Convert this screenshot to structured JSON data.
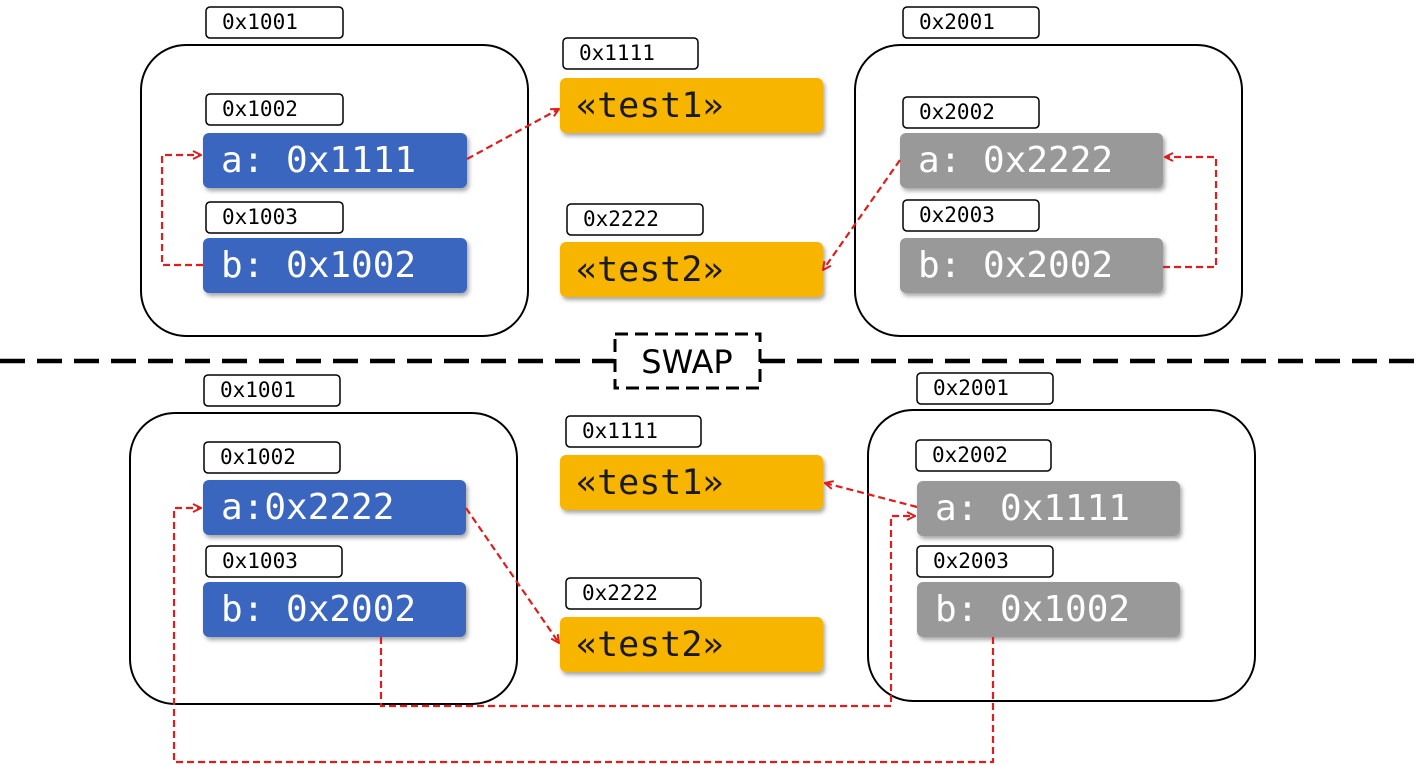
{
  "divider_label": "SWAP",
  "colors": {
    "blue": "#3a66c0",
    "gray": "#999999",
    "yellow": "#f7b500",
    "arrow": "#dd1e1e"
  },
  "before": {
    "left_object": {
      "address": "0x1001",
      "fields": [
        {
          "address": "0x1002",
          "text": "a: 0x1111"
        },
        {
          "address": "0x1003",
          "text": "b: 0x1002"
        }
      ]
    },
    "strings": [
      {
        "address": "0x1111",
        "text": "«test1»"
      },
      {
        "address": "0x2222",
        "text": "«test2»"
      }
    ],
    "right_object": {
      "address": "0x2001",
      "fields": [
        {
          "address": "0x2002",
          "text": "a: 0x2222"
        },
        {
          "address": "0x2003",
          "text": "b: 0x2002"
        }
      ]
    }
  },
  "after": {
    "left_object": {
      "address": "0x1001",
      "fields": [
        {
          "address": "0x1002",
          "text": "a:0x2222"
        },
        {
          "address": "0x1003",
          "text": "b: 0x2002"
        }
      ]
    },
    "strings": [
      {
        "address": "0x1111",
        "text": "«test1»"
      },
      {
        "address": "0x2222",
        "text": "«test2»"
      }
    ],
    "right_object": {
      "address": "0x2001",
      "fields": [
        {
          "address": "0x2002",
          "text": "a: 0x1111"
        },
        {
          "address": "0x2003",
          "text": "b: 0x1002"
        }
      ]
    }
  }
}
